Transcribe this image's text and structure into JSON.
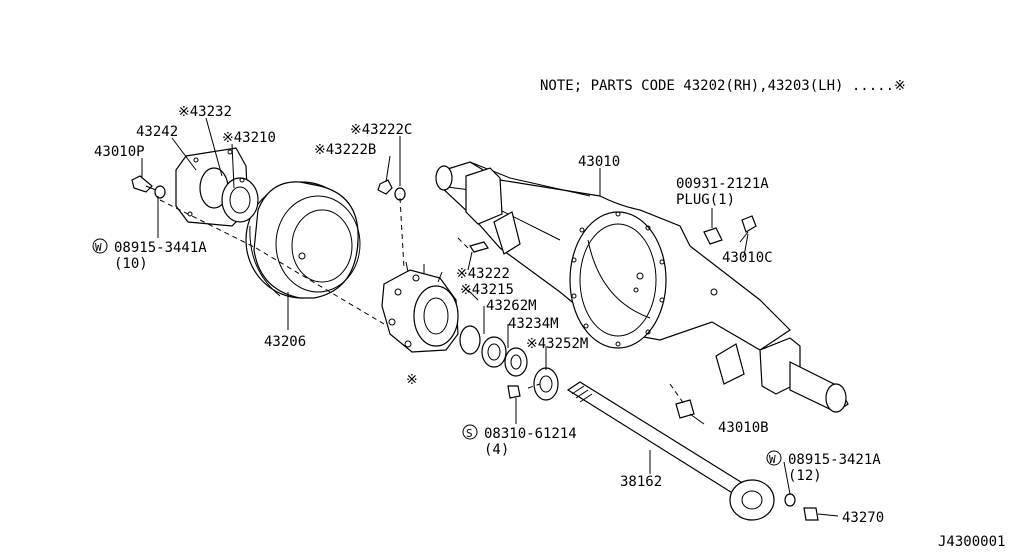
{
  "note": "NOTE; PARTS CODE 43202(RH),43203(LH) .....※",
  "diagram_id": "J4300001",
  "parts": {
    "p43232": "※43232",
    "p43242": "43242",
    "p43210": "※43210",
    "p43010P": "43010P",
    "p08915_3441A": "08915-3441A",
    "p08915_3441A_qty": "(10)",
    "p43206": "43206",
    "p43222C": "※43222C",
    "p43222B": "※43222B",
    "p43222": "※43222",
    "p43215": "※43215",
    "p43262M": "43262M",
    "p43234M": "43234M",
    "p43252M": "※43252M",
    "hub_mark": "※",
    "p08310_61214": "08310-61214",
    "p08310_61214_qty": "(4)",
    "p43010": "43010",
    "p00931_2121A": "00931-2121A",
    "plug": "PLUG(1)",
    "p43010C": "43010C",
    "p43010B": "43010B",
    "p08915_3421A": "08915-3421A",
    "p08915_3421A_qty": "(12)",
    "p38162": "38162",
    "p43270": "43270"
  },
  "symbols": {
    "washer_mark": "W",
    "screw_mark": "S"
  }
}
